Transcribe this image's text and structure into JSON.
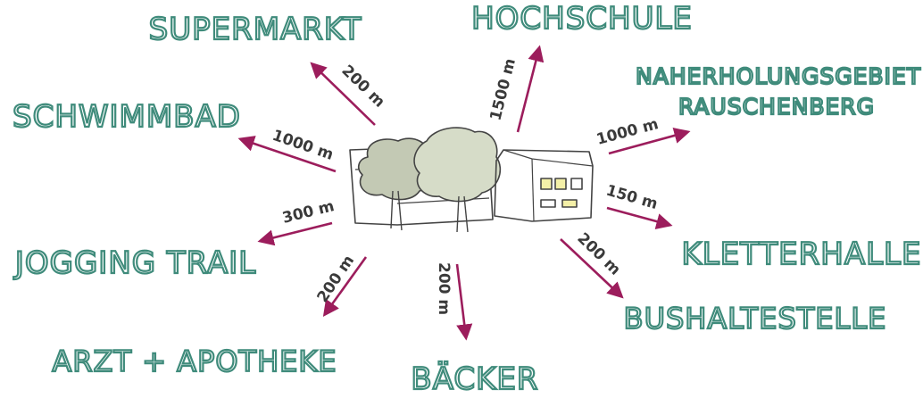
{
  "colors": {
    "label": "#3f8b7b",
    "arrow": "#9c1d5c",
    "distance": "#3a3a3a",
    "tree_light": "#d6dcc8",
    "tree_dark": "#c3c9b4",
    "window": "#f4f0a8",
    "outline": "#444444"
  },
  "destinations": [
    {
      "label": "SUPERMARKT",
      "distance": "200 m"
    },
    {
      "label": "HOCHSCHULE",
      "distance": "1500 m"
    },
    {
      "label": "NAHERHOLUNGSGEBIET",
      "label2": "RAUSCHENBERG",
      "distance": "1000 m"
    },
    {
      "label": "SCHWIMMBAD",
      "distance": "1000 m"
    },
    {
      "label": "KLETTERHALLE",
      "distance": "150 m"
    },
    {
      "label": "JOGGING TRAIL",
      "distance": "300 m"
    },
    {
      "label": "BUSHALTESTELLE",
      "distance": "200 m"
    },
    {
      "label": "ARZT + APOTHEKE",
      "distance": "200 m"
    },
    {
      "label": "BÄCKER",
      "distance": "200 m"
    }
  ]
}
